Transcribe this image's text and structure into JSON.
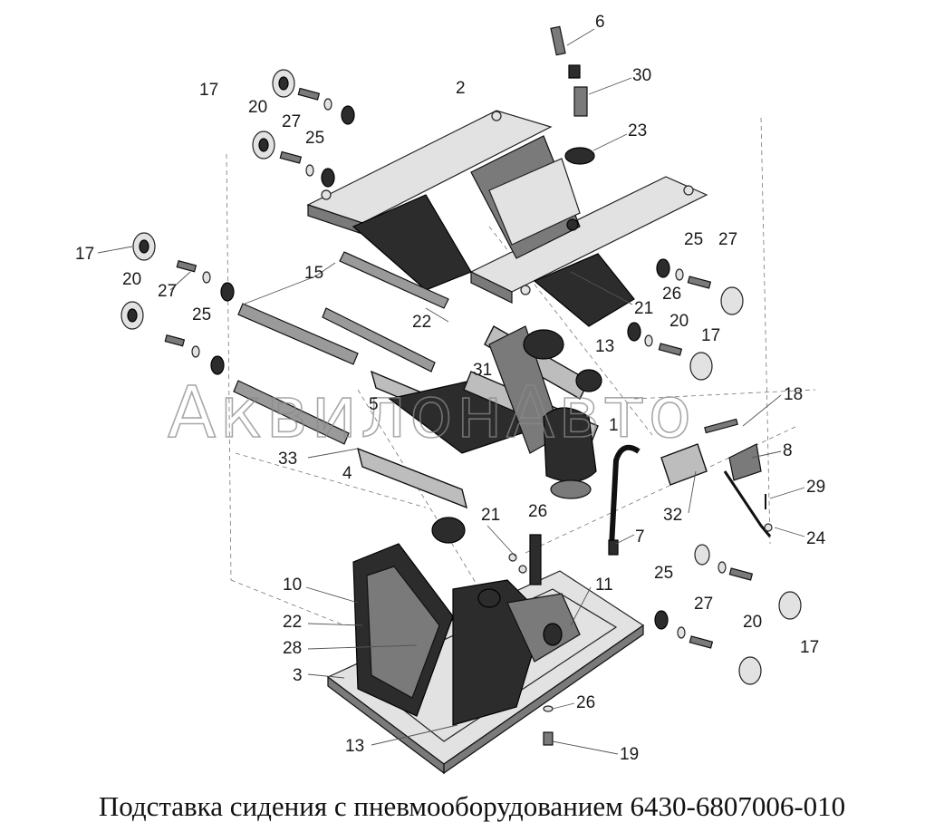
{
  "diagram": {
    "caption": "Подставка сидения с пневмооборудованием 6430-6807006-010",
    "watermark": "АквилонАвто",
    "callouts": [
      "6",
      "30",
      "17",
      "2",
      "20",
      "27",
      "25",
      "23",
      "17",
      "20",
      "27",
      "25",
      "25",
      "27",
      "15",
      "22",
      "26",
      "21",
      "20",
      "17",
      "13",
      "31",
      "18",
      "5",
      "1",
      "33",
      "4",
      "8",
      "29",
      "32",
      "24",
      "21",
      "26",
      "7",
      "10",
      "11",
      "25",
      "27",
      "22",
      "20",
      "28",
      "17",
      "3",
      "26",
      "13",
      "19"
    ]
  }
}
